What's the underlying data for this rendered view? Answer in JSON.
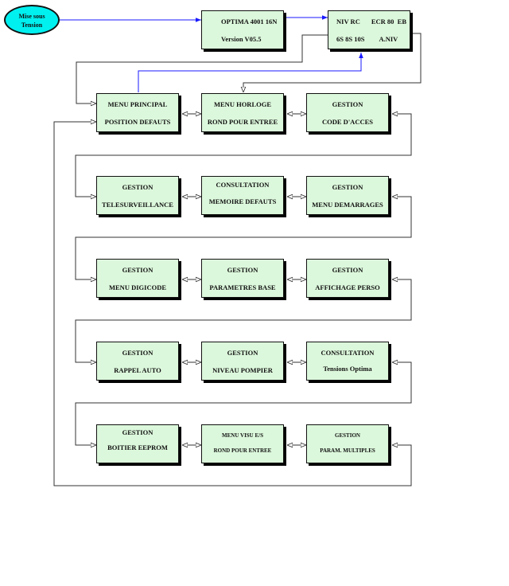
{
  "start": {
    "line1": "Mise sous",
    "line2": "Tension"
  },
  "optima": {
    "line1": "OPTIMA 4001 16N",
    "line2": "Version V05.5"
  },
  "display": {
    "row1": [
      "NIV RC",
      "ECR 80",
      "EB"
    ],
    "row2": [
      "6S 8S 10S",
      "A.NIV"
    ]
  },
  "menus": [
    {
      "line1": "MENU PRINCIPAL",
      "line2": "POSITION DEFAUTS"
    },
    {
      "line1": "MENU HORLOGE",
      "line2": "ROND POUR ENTREE"
    },
    {
      "line1": "GESTION",
      "line2": "CODE D'ACCES"
    },
    {
      "line1": "GESTION",
      "line2": "TELESURVEILLANCE"
    },
    {
      "line1": "CONSULTATION",
      "line2": "MEMOIRE DEFAUTS"
    },
    {
      "line1": "GESTION",
      "line2": "MENU DEMARRAGES"
    },
    {
      "line1": "GESTION",
      "line2": "MENU DIGICODE"
    },
    {
      "line1": "GESTION",
      "line2": "PARAMETRES BASE"
    },
    {
      "line1": "GESTION",
      "line2": "AFFICHAGE PERSO"
    },
    {
      "line1": "GESTION",
      "line2": "RAPPEL AUTO"
    },
    {
      "line1": "GESTION",
      "line2": "NIVEAU POMPIER"
    },
    {
      "line1": "CONSULTATION",
      "line2": "Tensions Optima"
    },
    {
      "line1": "GESTION",
      "line2": "BOITIER EEPROM"
    },
    {
      "line1": "MENU VISU E/S",
      "line2": "ROND POUR ENTREE"
    },
    {
      "line1": "GESTION",
      "line2": "PARAM. MULTIPLES"
    }
  ],
  "colors": {
    "box_fill": "#dcf8dc",
    "start_fill": "#00f0f0",
    "arrow_blue": "#1a1aff",
    "line": "#333333"
  }
}
